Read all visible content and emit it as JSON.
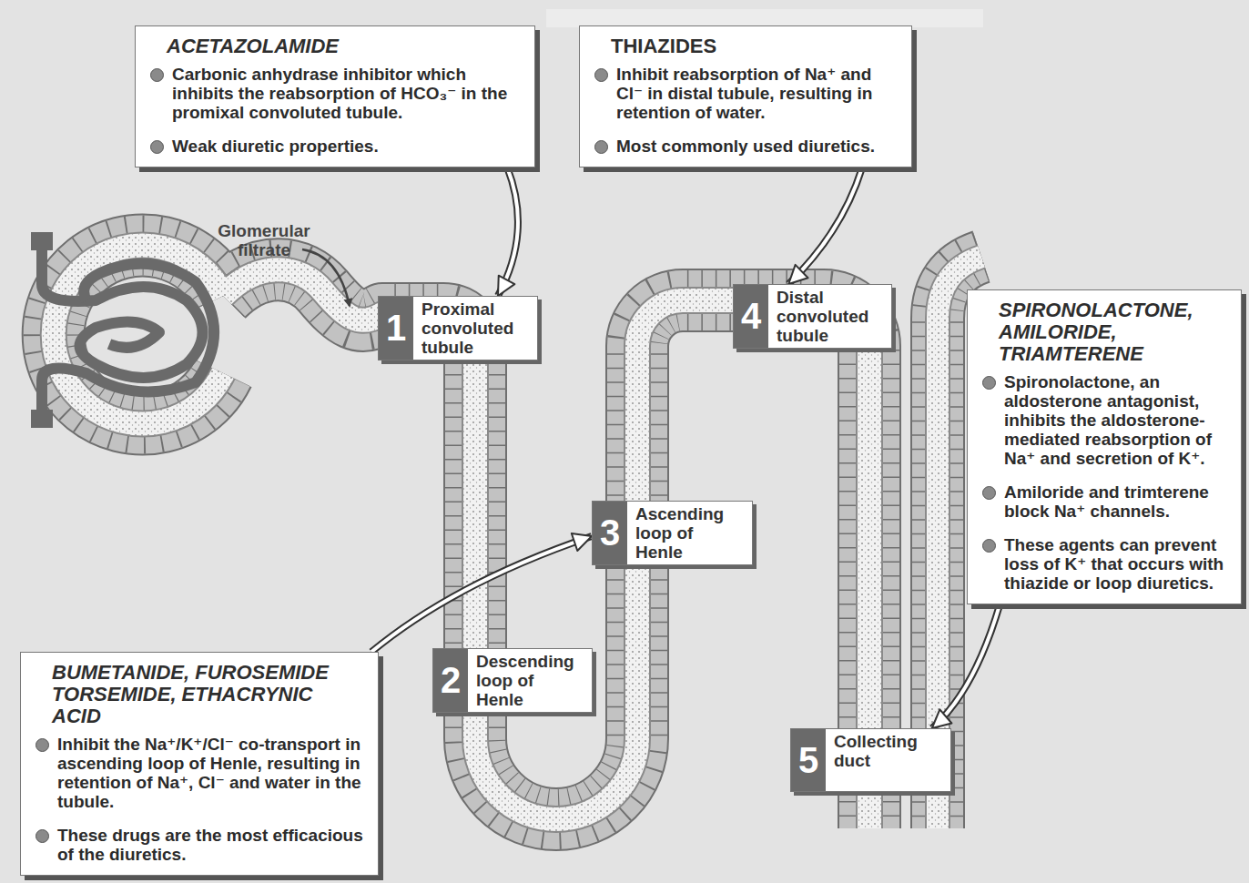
{
  "diagram": {
    "nodes": [
      {
        "text": [
          "ACETAZOLAMIDE",
          "Carbonic anhydrase inhibitor which inhibits the reabsorption of HCO₃⁻ in the promixal convoluted tubule.",
          "Weak diuretic properties."
        ]
      },
      {
        "text": [
          "THIAZIDES",
          "Inhibit reabsorption of Na⁺ and Cl⁻ in distal tubule, resulting in retention of water.",
          "Most commonly used diuretics."
        ]
      },
      {
        "text": [
          "1",
          "Proximal convoluted tubule"
        ]
      },
      {
        "text": [
          "4",
          "Distal convoluted tubule"
        ]
      },
      {
        "text": [
          "SPIRONOLACTONE, AMILORIDE, TRIAMTERENE",
          "Spironolactone, an aldosterone antagonist, inhibits the aldosterone-mediated reabsorption of Na⁺ and secretion of K⁺.",
          "Amiloride and trimterene block Na⁺ channels.",
          "These agents can prevent loss of K⁺ that occurs with thiazide or loop diuretics."
        ]
      },
      {
        "text": [
          "3",
          "Ascending loop of Henle"
        ]
      },
      {
        "text": [
          "2",
          "Descending loop of Henle"
        ]
      },
      {
        "text": [
          "5",
          "Collecting duct"
        ]
      },
      {
        "text": [
          "BUMETANIDE, FUROSEMIDE TORSEMIDE, ETHACRYNIC ACID",
          "Inhibit the Na⁺/K⁺/Cl⁻ co-transport in ascending loop of Henle, resulting in retention of Na⁺, Cl⁻ and water in the tubule.",
          "These drugs are the most efficacious of the diuretics."
        ]
      }
    ],
    "edges": [
      {
        "from": 0,
        "to": 2,
        "arrow": "to"
      },
      {
        "from": 1,
        "to": 3,
        "arrow": "to"
      },
      {
        "from": 8,
        "to": 5,
        "arrow": "to"
      },
      {
        "from": 4,
        "to": 7,
        "arrow": "to"
      }
    ],
    "labels": [
      "Glomerular filtrate"
    ]
  }
}
